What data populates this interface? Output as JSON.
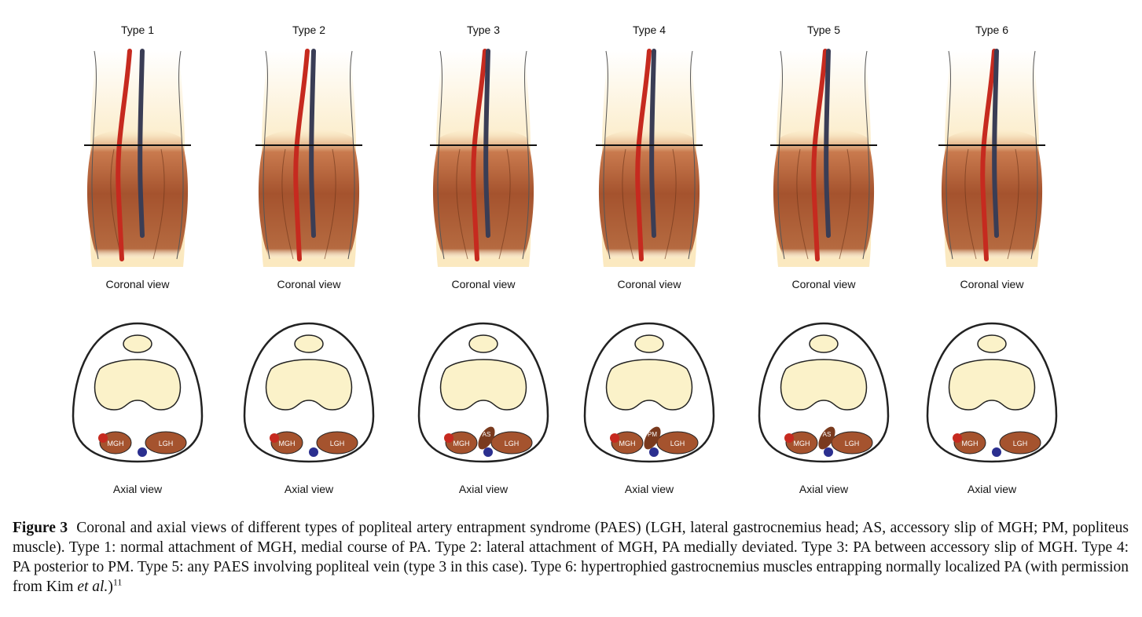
{
  "panels": [
    {
      "type_label": "Type 1",
      "coronal_label": "Coronal view",
      "axial_label": "Axial view",
      "axial_tags": [
        "MGH",
        "LGH"
      ]
    },
    {
      "type_label": "Type 2",
      "coronal_label": "Coronal view",
      "axial_label": "Axial view",
      "axial_tags": [
        "MGH",
        "LGH"
      ]
    },
    {
      "type_label": "Type 3",
      "coronal_label": "Coronal view",
      "axial_label": "Axial view",
      "axial_tags": [
        "MGH",
        "AS",
        "LGH"
      ]
    },
    {
      "type_label": "Type 4",
      "coronal_label": "Coronal view",
      "axial_label": "Axial view",
      "axial_tags": [
        "MGH",
        "PM",
        "LGH"
      ]
    },
    {
      "type_label": "Type 5",
      "coronal_label": "Coronal view",
      "axial_label": "Axial view",
      "axial_tags": [
        "MGH",
        "AS",
        "LGH"
      ]
    },
    {
      "type_label": "Type 6",
      "coronal_label": "Coronal view",
      "axial_label": "Axial view",
      "axial_tags": [
        "MGH",
        "LGH"
      ]
    }
  ],
  "caption": {
    "figure_label": "Figure 3",
    "text": "Coronal and axial views of different types of popliteal artery entrapment syndrome  (PAES) (LGH, lateral gastrocnemius head; AS, accessory slip of MGH; PM, popliteus muscle). Type 1: normal attachment of MGH, medial course of PA. Type 2: lateral attachment of MGH, PA medially deviated. Type 3: PA between accessory slip of MGH. Type 4: PA posterior to PM. Type 5: any PAES involving popliteal vein (type 3 in this case). Type 6: hypertrophied gastrocnemius muscles entrapping normally localized PA (with permission from Kim ",
    "etal": "et al.",
    "close": ")",
    "ref": "11"
  },
  "colors": {
    "muscle": "#a5532e",
    "muscle_dark": "#7a3a1e",
    "bone": "#fbf2c9",
    "skin": "#fbe9c0",
    "artery": "#c62a1f",
    "vein": "#2b2f8f",
    "vein_dark": "#3a3d55",
    "outline": "#222222"
  }
}
